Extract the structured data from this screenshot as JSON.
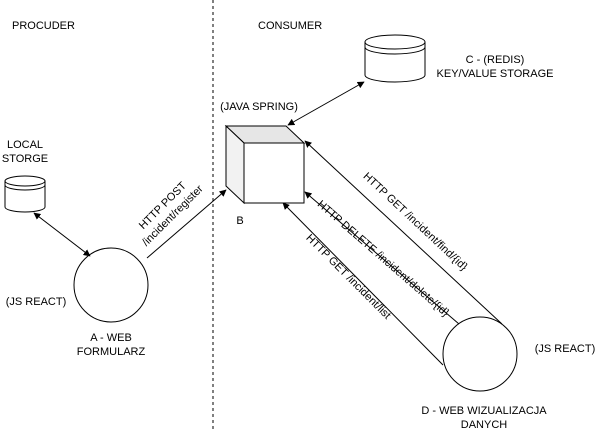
{
  "colors": {
    "stroke": "#000000",
    "fill": "#ffffff",
    "cube_side": "#f2f2f2",
    "cube_top": "#e6e6e6"
  },
  "sections": {
    "producer": "PROCUDER",
    "consumer": "CONSUMER"
  },
  "nodes": {
    "local_storage": {
      "label_line1": "LOCAL",
      "label_line2": "STORGE",
      "icon": "database-cylinder-icon"
    },
    "redis": {
      "label_line1": "C - (REDIS)",
      "label_line2": "KEY/VALUE STORAGE",
      "icon": "database-cylinder-icon"
    },
    "server": {
      "tech": "(JAVA SPRING)",
      "label": "B",
      "icon": "cube-icon"
    },
    "web_form": {
      "tech": "(JS REACT)",
      "label_line1": "A - WEB",
      "label_line2": "FORMULARZ"
    },
    "web_viz": {
      "tech": "(JS REACT)",
      "label_line1": "D - WEB WIZUALIZACJA",
      "label_line2": "DANYCH"
    }
  },
  "edges": {
    "post_register": {
      "line1": "HTTP POST",
      "line2": "/incident/register"
    },
    "get_find": {
      "text": "HTTP GET /incident/find/{id}"
    },
    "delete": {
      "text": "HTTP DELETE /incident/delete/{id}"
    },
    "get_list": {
      "text": "HTTP GET /incident/list"
    }
  }
}
